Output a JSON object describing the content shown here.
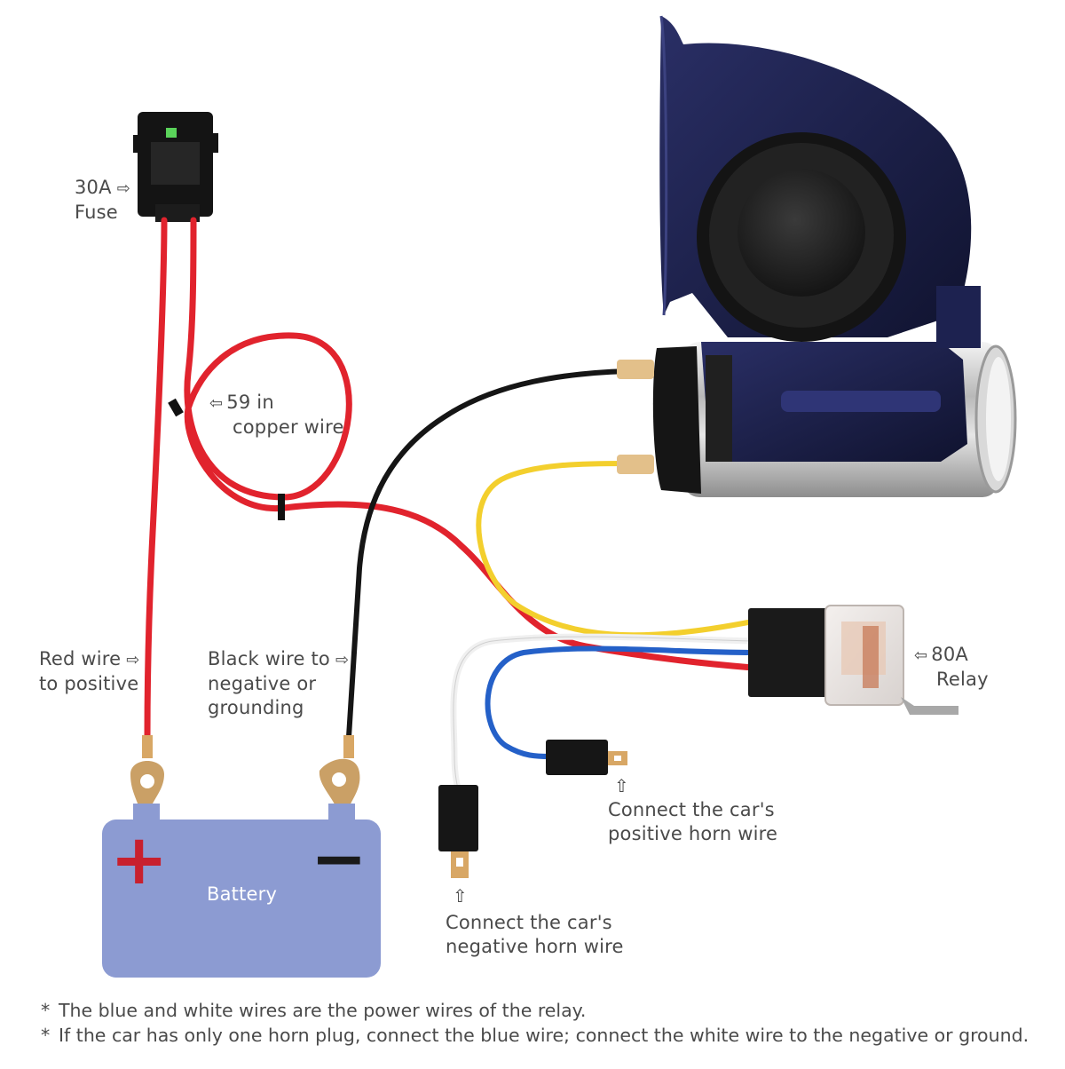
{
  "labels": {
    "fuse": {
      "line1": "30A",
      "line2": "Fuse",
      "arrow": "⇨"
    },
    "wire": {
      "line1": "59 in",
      "line2": "copper wire",
      "arrow": "⇦"
    },
    "red_wire": {
      "line1": "Red wire",
      "line2": "to positive",
      "arrow": "⇨"
    },
    "black_wire": {
      "line1": "Black wire to",
      "line2": "negative or",
      "line3": "grounding",
      "arrow": "⇨"
    },
    "relay": {
      "line1": "80A",
      "line2": "Relay",
      "arrow": "⇦"
    },
    "positive_horn": {
      "line1": "Connect the car's",
      "line2": "positive horn wire",
      "arrow": "⇧"
    },
    "negative_horn": {
      "line1": "Connect the car's",
      "line2": "negative horn wire",
      "arrow": "⇧"
    },
    "battery": "Battery",
    "battery_plus": "+",
    "battery_minus": "−"
  },
  "notes": [
    {
      "star": "*",
      "text": "The blue and white wires are the power wires of the relay."
    },
    {
      "star": "*",
      "text": "If the car has only one horn plug, connect the blue wire; connect the white wire to the negative or ground."
    }
  ],
  "colors": {
    "battery": "#8c9bd2",
    "battery_plus": "#c8202e",
    "battery_minus": "#1a1a1a",
    "red_wire": "#e1232d",
    "black_wire": "#151515",
    "yellow_wire": "#f3cf2d",
    "blue_wire": "#2460c8",
    "white_wire": "#f0f0f0",
    "horn_body": "#1b1f4a",
    "text": "#4a4a4a"
  },
  "icons": {
    "horn": "air-horn-compressor-icon",
    "fuse": "fuse-holder-icon",
    "relay": "relay-icon",
    "connector": "spade-connector-icon"
  }
}
